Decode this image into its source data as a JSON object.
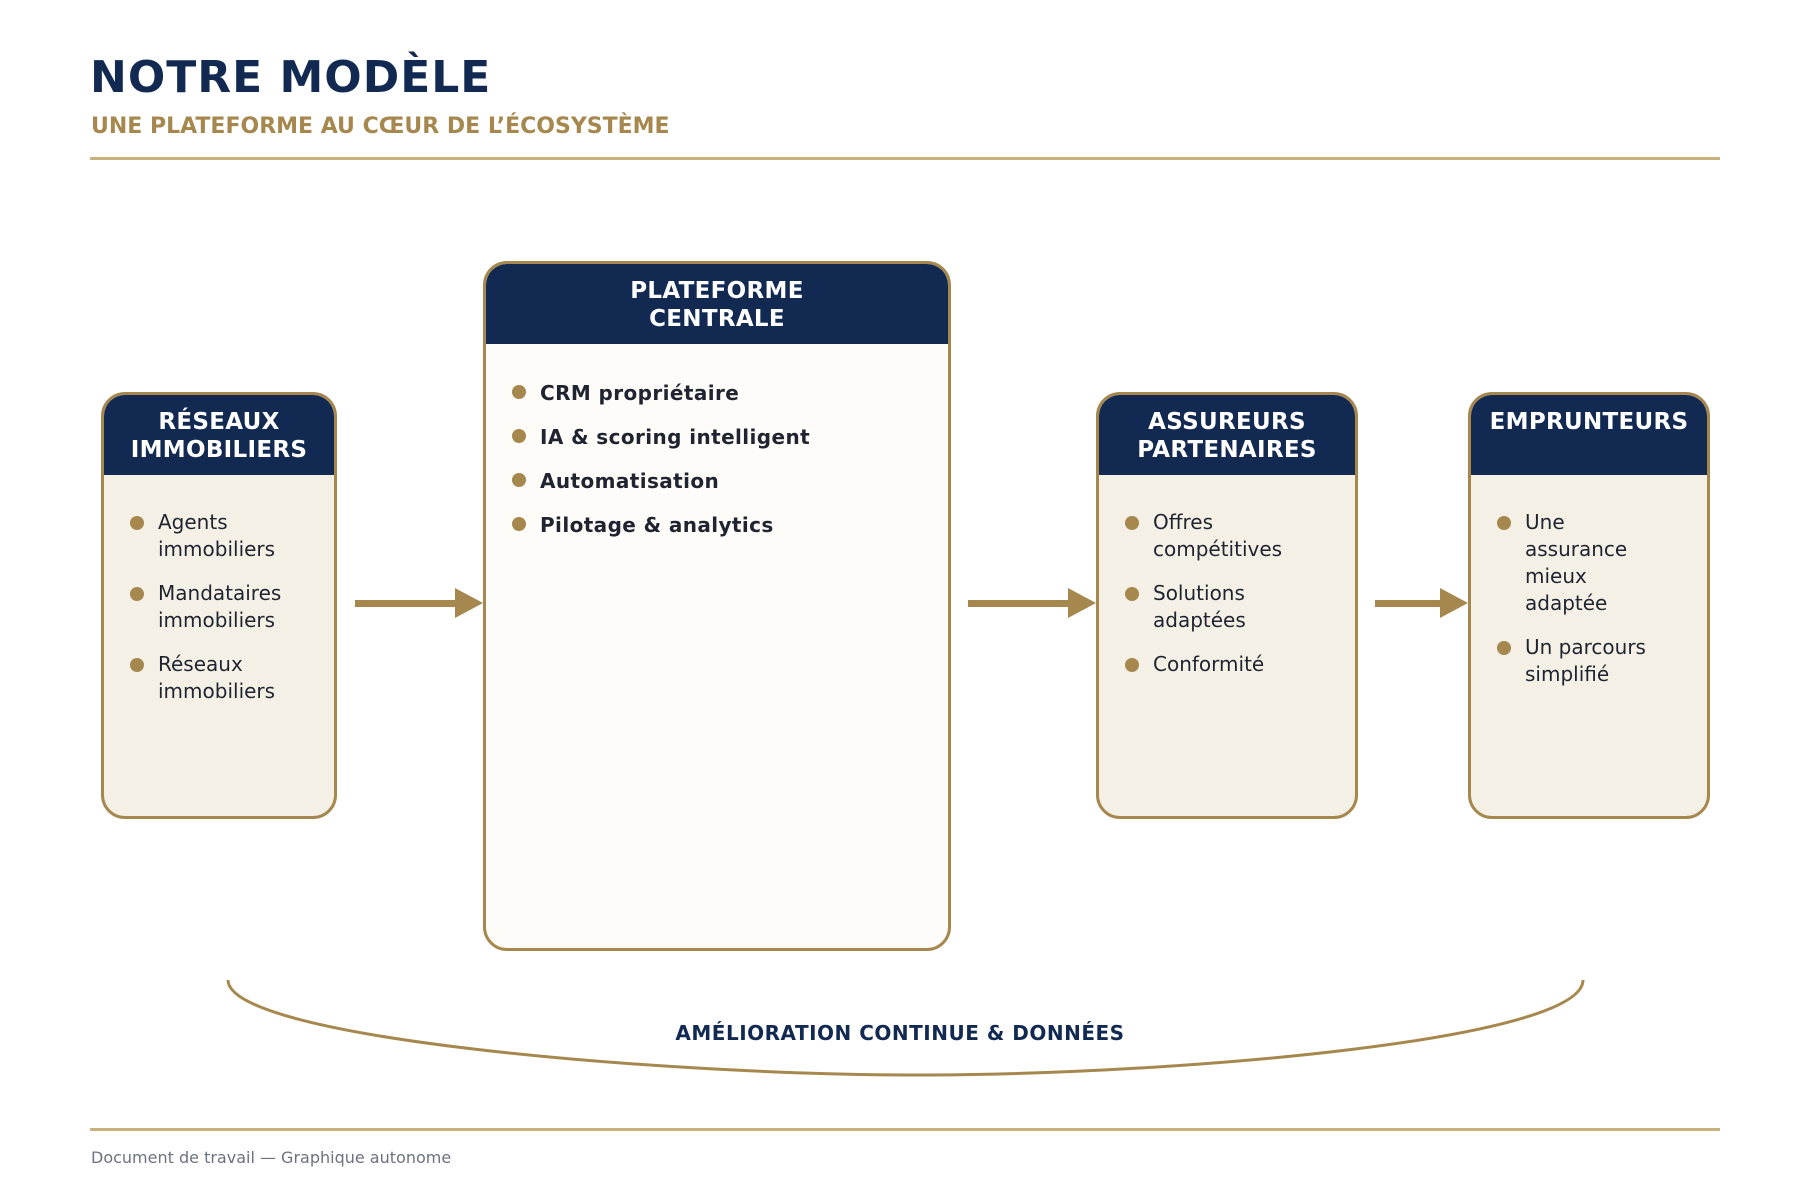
{
  "header": {
    "title": "NOTRE MODÈLE",
    "subtitle": "UNE PLATEFORME AU CŒUR DE L’ÉCOSYSTÈME"
  },
  "diagram": {
    "nodes": [
      {
        "id": "reseaux",
        "title_lines": [
          "RÉSEAUX",
          "IMMOBILIERS"
        ],
        "items": [
          [
            "Agents",
            "immobiliers"
          ],
          [
            "Mandataires",
            "immobiliers"
          ],
          [
            "Réseaux",
            "immobiliers"
          ]
        ]
      },
      {
        "id": "plateforme",
        "title_lines": [
          "PLATEFORME",
          "CENTRALE"
        ],
        "items": [
          [
            "CRM propriétaire"
          ],
          [
            "IA & scoring intelligent"
          ],
          [
            "Automatisation"
          ],
          [
            "Pilotage & analytics"
          ]
        ]
      },
      {
        "id": "assureurs",
        "title_lines": [
          "ASSUREURS",
          "PARTENAIRES"
        ],
        "items": [
          [
            "Offres",
            "compétitives"
          ],
          [
            "Solutions",
            "adaptées"
          ],
          [
            "Conformité"
          ]
        ]
      },
      {
        "id": "emprunteurs",
        "title_lines": [
          "EMPRUNTEURS"
        ],
        "items": [
          [
            "Une",
            "assurance",
            "mieux",
            "adaptée"
          ],
          [
            "Un parcours",
            "simplifié"
          ]
        ]
      }
    ],
    "edges": [
      {
        "from": "reseaux",
        "to": "plateforme"
      },
      {
        "from": "plateforme",
        "to": "assureurs"
      },
      {
        "from": "assureurs",
        "to": "emprunteurs"
      }
    ],
    "feedback_loop": {
      "label": "AMÉLIORATION CONTINUE & DONNÉES"
    }
  },
  "footer": {
    "text": "Document de travail — Graphique autonome"
  },
  "colors": {
    "navy": "#122a52",
    "gold": "#a6884e",
    "box_fill": "#f4f0e6",
    "central_fill": "#fdfcf8"
  }
}
